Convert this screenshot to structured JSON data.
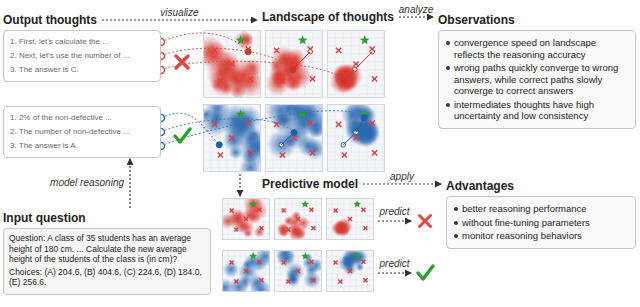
{
  "diagram": {
    "nodes": [
      {
        "text": [
          "Output thoughts",
          "1. First, let's calculate the ...",
          "2. Next, let's use the number of ...",
          "3. The answer is C."
        ]
      },
      {
        "text": [
          "1. 2% of the non-defective ...",
          "2. The number of non-defective ...",
          "3. The answer is A."
        ]
      },
      {
        "text": [
          "Input question",
          "Question: A class of 35 students has an average height of 180 cm. ... Calculate the new average height of the students of the class is (in cm)?",
          "Choices: (A) 204.6, (B) 404.6, (C) 224.6, (D) 184.0, (E) 256.6."
        ]
      },
      {
        "text": [
          "Observations",
          "convergence speed on landscape reflects the reasoning accuracy",
          "wrong paths quickly converge to wrong answers, while correct paths slowly converge to correct answers",
          "intermediates thoughts have high uncertainty and low consistency"
        ]
      },
      {
        "text": [
          "Advantages",
          "better reasoning performance",
          "without fine-tuning parameters",
          "monitor reasoning behaviors"
        ]
      }
    ],
    "edges": [
      {
        "from": 2,
        "to": 1,
        "arrow": "to",
        "label": "model reasoning"
      }
    ],
    "labels": [
      "visualize",
      "Landscape of thoughts",
      "analyze",
      "Predictive model",
      "apply",
      "predict",
      "predict"
    ]
  }
}
